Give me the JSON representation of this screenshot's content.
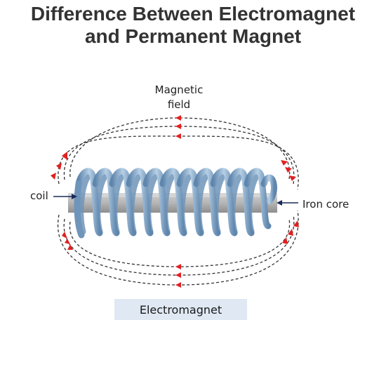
{
  "title": {
    "line1": "Difference Between Electromagnet",
    "line2": "and Permanent Magnet"
  },
  "diagram": {
    "field_label_line1": "Magnetic",
    "field_label_line2": "field",
    "coil_label": "coil",
    "core_label": "Iron core",
    "caption": "Electromagnet",
    "colors": {
      "coil": "#8fb3d4",
      "coil_dark": "#5f86ad",
      "core": "#b8b8b8",
      "field_lines": "#333333",
      "arrows": "#e02020",
      "caption_bg": "#dfe8f3"
    }
  }
}
